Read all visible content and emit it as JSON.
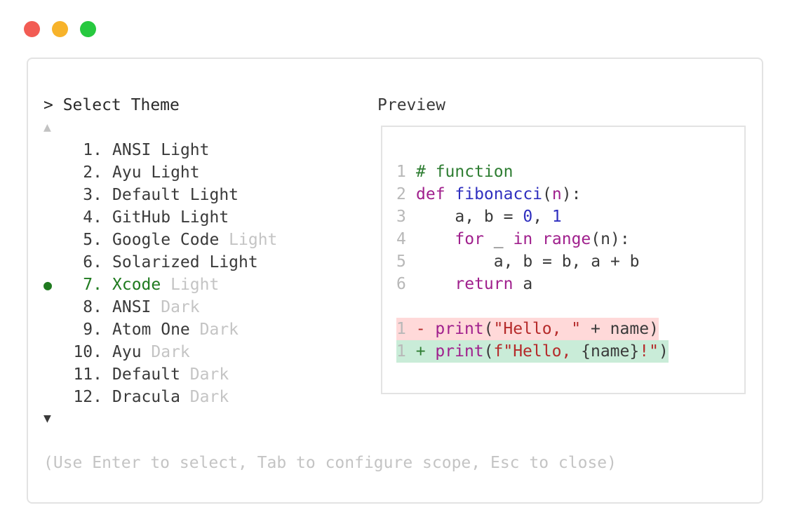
{
  "window_controls": {
    "close_color": "#f25c54",
    "minimize_color": "#f7b32b",
    "maximize_color": "#27c93f"
  },
  "selector": {
    "title": "> Select Theme",
    "scroll_up": "▲",
    "scroll_down": "▼",
    "selected_marker": "●",
    "items": [
      {
        "number": "1.",
        "name": "ANSI",
        "variant": "Light",
        "variant_muted": false,
        "selected": false
      },
      {
        "number": "2.",
        "name": "Ayu",
        "variant": "Light",
        "variant_muted": false,
        "selected": false
      },
      {
        "number": "3.",
        "name": "Default",
        "variant": "Light",
        "variant_muted": false,
        "selected": false
      },
      {
        "number": "4.",
        "name": "GitHub",
        "variant": "Light",
        "variant_muted": false,
        "selected": false
      },
      {
        "number": "5.",
        "name": "Google Code",
        "variant": "Light",
        "variant_muted": true,
        "selected": false
      },
      {
        "number": "6.",
        "name": "Solarized",
        "variant": "Light",
        "variant_muted": false,
        "selected": false
      },
      {
        "number": "7.",
        "name": "Xcode",
        "variant": "Light",
        "variant_muted": true,
        "selected": true
      },
      {
        "number": "8.",
        "name": "ANSI",
        "variant": "Dark",
        "variant_muted": true,
        "selected": false
      },
      {
        "number": "9.",
        "name": "Atom One",
        "variant": "Dark",
        "variant_muted": true,
        "selected": false
      },
      {
        "number": "10.",
        "name": "Ayu",
        "variant": "Dark",
        "variant_muted": true,
        "selected": false
      },
      {
        "number": "11.",
        "name": "Default",
        "variant": "Dark",
        "variant_muted": true,
        "selected": false
      },
      {
        "number": "12.",
        "name": "Dracula",
        "variant": "Dark",
        "variant_muted": true,
        "selected": false
      }
    ]
  },
  "preview": {
    "label": "Preview",
    "lines": [
      {
        "ln": "1",
        "diff": "",
        "tokens": [
          {
            "t": "# function",
            "c": "cmt"
          }
        ]
      },
      {
        "ln": "2",
        "diff": "",
        "tokens": [
          {
            "t": "def ",
            "c": "kw"
          },
          {
            "t": "fibonacci",
            "c": "fn"
          },
          {
            "t": "(",
            "c": "plain"
          },
          {
            "t": "n",
            "c": "kw"
          },
          {
            "t": "):",
            "c": "plain"
          }
        ]
      },
      {
        "ln": "3",
        "diff": "",
        "tokens": [
          {
            "t": "    a, b = ",
            "c": "plain"
          },
          {
            "t": "0",
            "c": "num-lit"
          },
          {
            "t": ", ",
            "c": "plain"
          },
          {
            "t": "1",
            "c": "num-lit"
          }
        ]
      },
      {
        "ln": "4",
        "diff": "",
        "tokens": [
          {
            "t": "    ",
            "c": "plain"
          },
          {
            "t": "for",
            "c": "kw"
          },
          {
            "t": " _ ",
            "c": "plain"
          },
          {
            "t": "in",
            "c": "kw"
          },
          {
            "t": " ",
            "c": "plain"
          },
          {
            "t": "range",
            "c": "kw"
          },
          {
            "t": "(n):",
            "c": "plain"
          }
        ]
      },
      {
        "ln": "5",
        "diff": "",
        "tokens": [
          {
            "t": "        a, b = b, a + b",
            "c": "plain"
          }
        ]
      },
      {
        "ln": "6",
        "diff": "",
        "tokens": [
          {
            "t": "    ",
            "c": "plain"
          },
          {
            "t": "return",
            "c": "kw"
          },
          {
            "t": " a",
            "c": "plain"
          }
        ]
      },
      {
        "ln": "",
        "diff": "",
        "tokens": []
      },
      {
        "ln": "1",
        "diff": "del",
        "tokens": [
          {
            "t": " - ",
            "c": "str"
          },
          {
            "t": "print",
            "c": "kw"
          },
          {
            "t": "(",
            "c": "plain"
          },
          {
            "t": "\"Hello, \"",
            "c": "str"
          },
          {
            "t": " + name)",
            "c": "plain"
          }
        ]
      },
      {
        "ln": "1",
        "diff": "add",
        "tokens": [
          {
            "t": " + ",
            "c": "cmt"
          },
          {
            "t": "print",
            "c": "kw"
          },
          {
            "t": "(",
            "c": "plain"
          },
          {
            "t": "f\"Hello, ",
            "c": "str"
          },
          {
            "t": "{name}",
            "c": "plain"
          },
          {
            "t": "!\"",
            "c": "str"
          },
          {
            "t": ")",
            "c": "plain"
          }
        ]
      }
    ]
  },
  "help_text": "(Use Enter to select, Tab to configure scope, Esc to close)"
}
